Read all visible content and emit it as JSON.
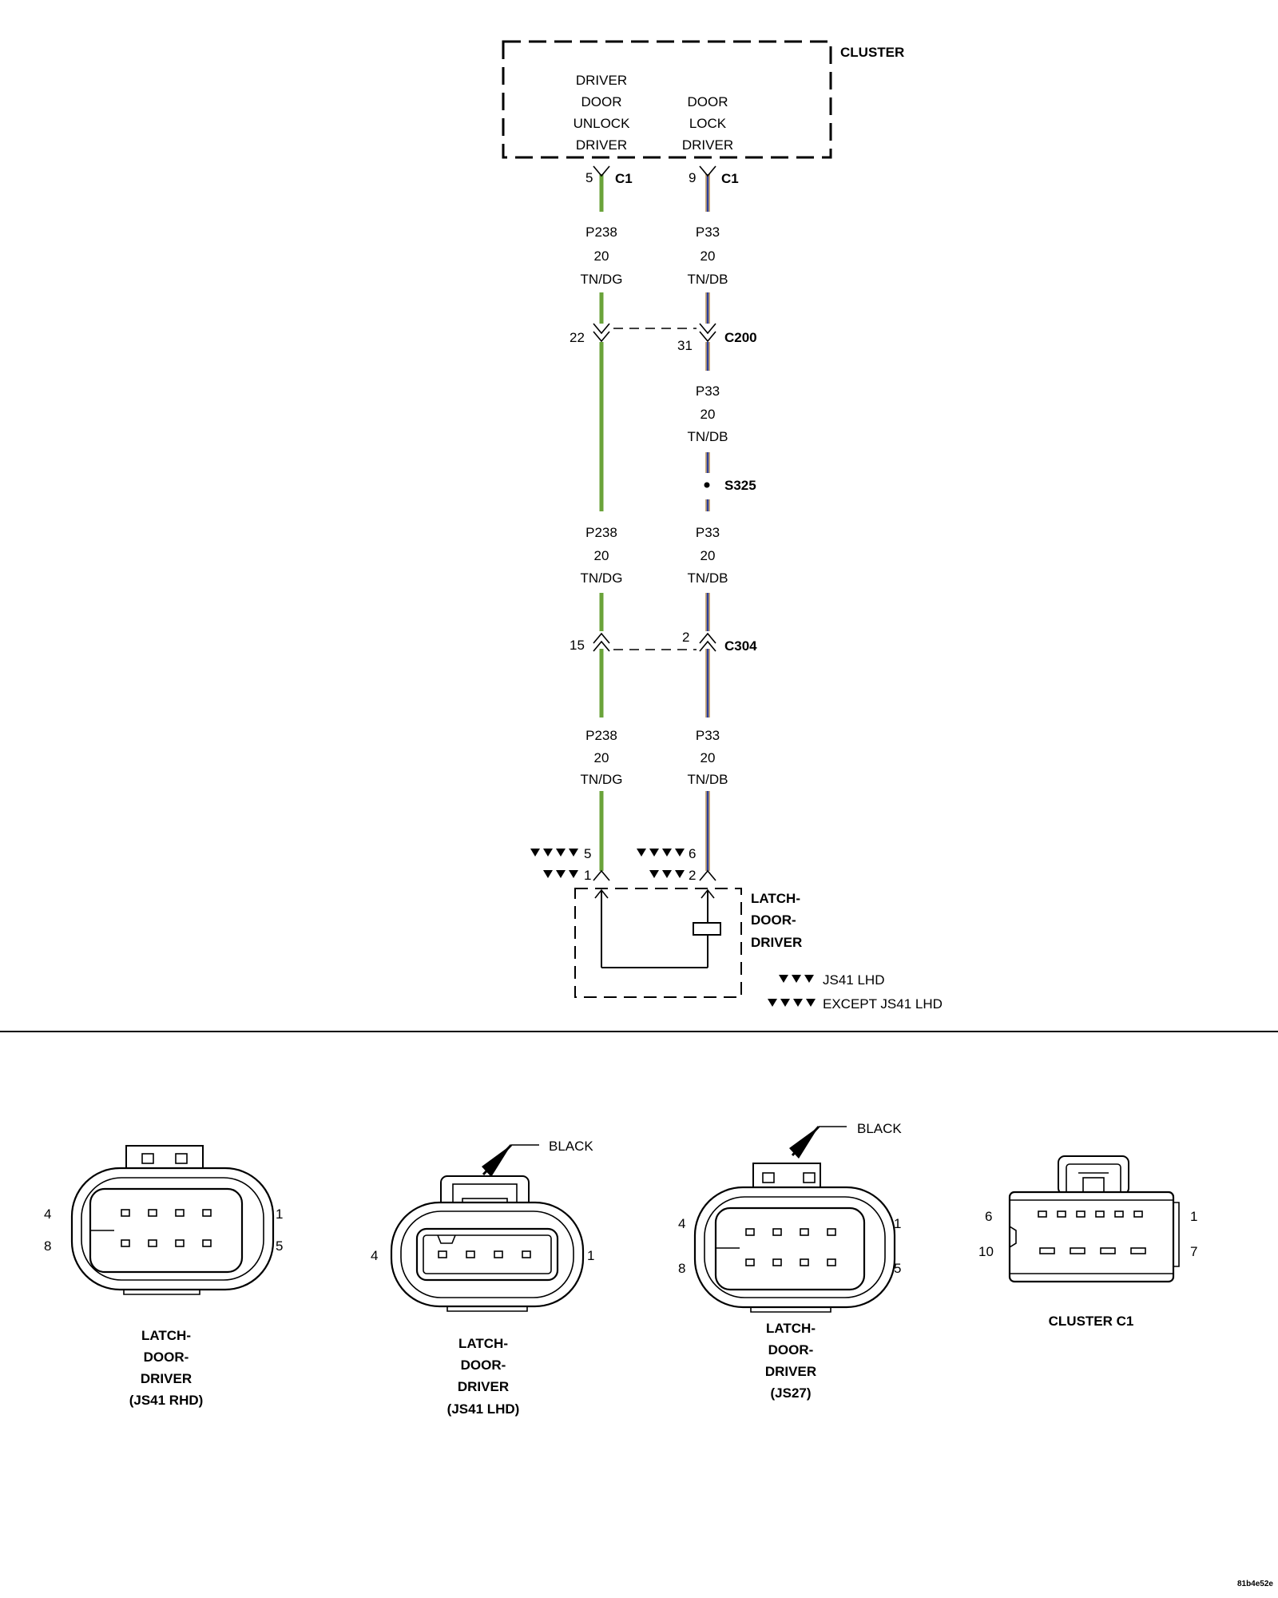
{
  "cluster": {
    "title": "CLUSTER",
    "unlock_driver_lines": [
      "DRIVER",
      "DOOR",
      "UNLOCK",
      "DRIVER"
    ],
    "lock_driver_lines": [
      "DOOR",
      "LOCK",
      "DRIVER"
    ]
  },
  "connectors": {
    "cluster_c1": {
      "name": "C1",
      "pin_unlock": "5",
      "pin_lock": "9"
    },
    "c200": {
      "name": "C200",
      "pin_left": "22",
      "pin_right": "31"
    },
    "s325": {
      "name": "S325"
    },
    "c304": {
      "name": "C304",
      "pin_left": "15",
      "pin_right": "2"
    },
    "latch": {
      "pin_left_except": "5",
      "pin_left_js41": "1",
      "pin_right_except": "6",
      "pin_right_js41": "2"
    }
  },
  "wires": {
    "unlock": {
      "circuit": "P238",
      "gauge": "20",
      "color_code": "TN/DG",
      "color_hex": "#6aa33a"
    },
    "lock": {
      "circuit": "P33",
      "gauge": "20",
      "color_code": "TN/DB",
      "color_hex": "#2c3e9a",
      "stripe_hex": "#c8a878"
    }
  },
  "latch_component": {
    "lines": [
      "LATCH-",
      "DOOR-",
      "DRIVER"
    ]
  },
  "legend": {
    "three_triangles": "JS41 LHD",
    "four_triangles": "EXCEPT JS41 LHD"
  },
  "connector_views": [
    {
      "title_lines": [
        "LATCH-",
        "DOOR-",
        "DRIVER",
        "(JS41 RHD)"
      ],
      "pins": [
        "4",
        "8",
        "1",
        "5"
      ]
    },
    {
      "title_lines": [
        "LATCH-",
        "DOOR-",
        "DRIVER",
        "(JS41 LHD)"
      ],
      "pins": [
        "4",
        "1"
      ],
      "color_label": "BLACK"
    },
    {
      "title_lines": [
        "LATCH-",
        "DOOR-",
        "DRIVER",
        "(JS27)"
      ],
      "pins": [
        "4",
        "8",
        "1",
        "5"
      ],
      "color_label": "BLACK"
    },
    {
      "title_lines": [
        "CLUSTER C1"
      ],
      "pins": [
        "6",
        "10",
        "1",
        "7"
      ]
    }
  ],
  "image_code": "81b4e52e"
}
